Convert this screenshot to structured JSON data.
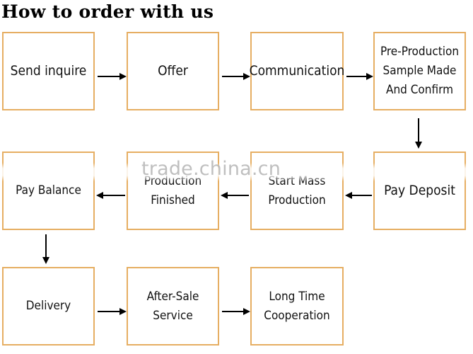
{
  "title": "How to order with us",
  "watermark": "trade.china.cn",
  "steps": [
    {
      "label": "Send inquire"
    },
    {
      "label": "Offer"
    },
    {
      "label": "Communication"
    },
    {
      "label": "Pre-Production\nSample Made\nAnd Confirm"
    },
    {
      "label": "Pay Deposit"
    },
    {
      "label": "Start Mass\nProduction"
    },
    {
      "label": "Production\nFinished"
    },
    {
      "label": "Pay Balance"
    },
    {
      "label": "Delivery"
    },
    {
      "label": "After-Sale\nService"
    },
    {
      "label": "Long Time\nCooperation"
    }
  ],
  "colors": {
    "box_border": "#e6ae62",
    "arrow": "#000000"
  }
}
